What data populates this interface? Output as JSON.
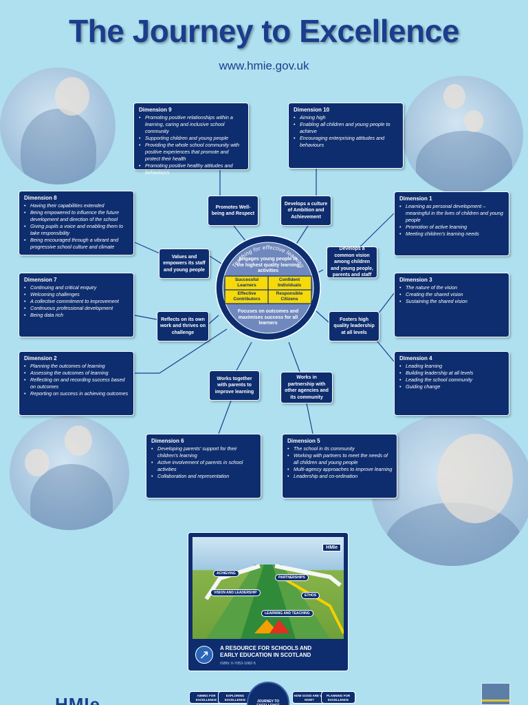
{
  "header": {
    "title": "The Journey to Excellence",
    "url": "www.hmie.gov.uk"
  },
  "dimensions": [
    {
      "id": "d9",
      "title": "Dimension 9",
      "items": [
        "Promoting positive relationships within a learning, caring and inclusive school community",
        "Supporting children and young people",
        "Providing the whole school community with positive experiences that promote and protect their health",
        "Promoting positive healthy attitudes and behaviours"
      ]
    },
    {
      "id": "d10",
      "title": "Dimension 10",
      "items": [
        "Aiming high",
        "Enabling all children and young people to achieve",
        "Encouraging enterprising attitudes and behaviours"
      ]
    },
    {
      "id": "d8",
      "title": "Dimension 8",
      "items": [
        "Having their capabilities extended",
        "Being empowered to influence the future development and direction of the school",
        "Giving pupils a voice and enabling them to take responsibility",
        "Being encouraged through a vibrant and progressive school culture and climate"
      ]
    },
    {
      "id": "d1",
      "title": "Dimension 1",
      "items": [
        "Learning as personal development – meaningful in the lives of children and young people",
        "Promotion of active learning",
        "Meeting children's learning needs"
      ]
    },
    {
      "id": "d7",
      "title": "Dimension 7",
      "items": [
        "Continuing and critical enquiry",
        "Welcoming challenges",
        "A collective commitment to improvement",
        "Continuous professional development",
        "Being data rich"
      ]
    },
    {
      "id": "d3",
      "title": "Dimension 3",
      "items": [
        "The nature of the vision",
        "Creating the shared vision",
        "Sustaining the shared vision"
      ]
    },
    {
      "id": "d2",
      "title": "Dimension 2",
      "items": [
        "Planning the outcomes of learning",
        "Assessing the outcomes of learning",
        "Reflecting on and recording success based on outcomes",
        "Reporting on success in achieving outcomes"
      ]
    },
    {
      "id": "d4",
      "title": "Dimension 4",
      "items": [
        "Leading learning",
        "Building leadership at all levels",
        "Leading the school community",
        "Guiding change"
      ]
    },
    {
      "id": "d6",
      "title": "Dimension 6",
      "items": [
        "Developing parents' support for their children's learning",
        "Active involvement of parents in school activities",
        "Collaboration and representation"
      ]
    },
    {
      "id": "d5",
      "title": "Dimension 5",
      "items": [
        "The school in its community",
        "Working with partners to meet the needs of all children and young people",
        "Multi-agency approaches to improve learning",
        "Leadership and co-ordination"
      ]
    }
  ],
  "connectors": {
    "wellbeing": "Promotes Well-being and Respect",
    "ambition": "Develops a culture of Ambition and Achievement",
    "values": "Values and empowers its staff and young people",
    "vision": "Develops a common vision among children and young people, parents and staff",
    "reflects": "Reflects on its own work and thrives on challenge",
    "leadership": "Fosters high quality leadership at all levels",
    "parents": "Works together with parents to improve learning",
    "partnership": "Works in partnership with other agencies and its community"
  },
  "center": {
    "ring_text": "Teaching for effective learning",
    "top": "Engages young people in the highest quality learning activities",
    "q1": "Successful Learners",
    "q2": "Confident Individuals",
    "q3": "Effective Contributors",
    "q4": "Responsible Citizens",
    "bottom": "Focuses on outcomes and maximises success for all learners"
  },
  "guide": {
    "hmi": "HMIe",
    "road_labels": [
      "ACHIEVING",
      "VISION AND LEADERSHIP",
      "LEARNING AND TEACHING",
      "PARTNERSHIPS",
      "ETHOS"
    ],
    "line1": "A RESOURCE FOR SCHOOLS AND",
    "line2": "EARLY EDUCATION IN SCOTLAND",
    "isbn": "ISBN: 0-7053-1082-5"
  },
  "footer": {
    "pill1": "AIMING FOR EXCELLENCE",
    "pill2": "EXPLORING EXCELLENCE",
    "circle": "JOURNEY TO EXCELLENCE",
    "pill3": "HOW GOOD ARE WE NOW?",
    "pill4": "PLANNING FOR EXCELLENCE",
    "logo": "HMIe"
  },
  "colors": {
    "background": "#aee0f0",
    "panel": "#0e2d6e",
    "title": "#1c3d8c",
    "yellow": "#f5d90a"
  }
}
